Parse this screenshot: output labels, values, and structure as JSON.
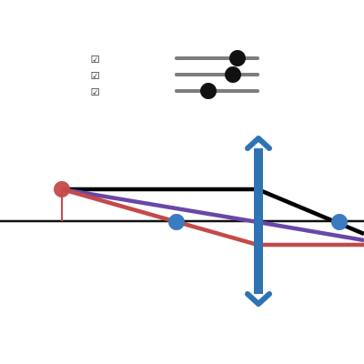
{
  "controls": {
    "checkboxes": [
      {
        "id": "toggle-1",
        "checked": true,
        "glyph": "☑"
      },
      {
        "id": "toggle-2",
        "checked": true,
        "glyph": "☑"
      },
      {
        "id": "toggle-3",
        "checked": true,
        "glyph": "☑"
      }
    ],
    "sliders": [
      {
        "id": "slider-1",
        "value": 0.74
      },
      {
        "id": "slider-2",
        "value": 0.69
      },
      {
        "id": "slider-3",
        "value": 0.4
      }
    ]
  },
  "scene": {
    "colors": {
      "axis": "#111111",
      "object": "#c44a4a",
      "ray_parallel": "#000000",
      "ray_center": "#6a47a6",
      "ray_focal": "#c44a4a",
      "lens": "#2f73b5",
      "focal_point": "#3b7bbf"
    },
    "icons": {
      "lens": "double-arrow-lens-icon",
      "object_tip": "object-point-icon",
      "focal_point": "focal-point-icon"
    }
  }
}
